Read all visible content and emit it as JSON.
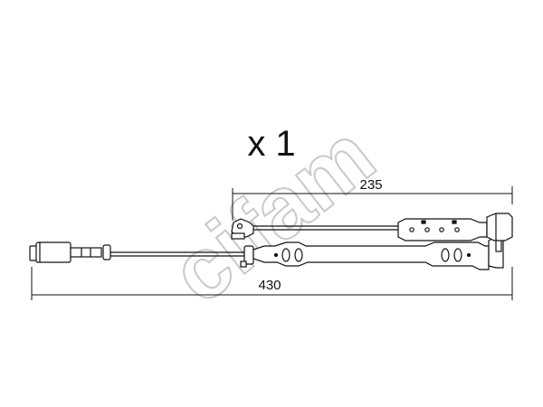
{
  "quantity_label": "x 1",
  "dimensions": {
    "short_wire": "235",
    "long_wire": "430"
  },
  "watermark": {
    "text": "cifam",
    "color": "#c9c9c9"
  },
  "colors": {
    "line": "#111111",
    "background": "#ffffff"
  }
}
